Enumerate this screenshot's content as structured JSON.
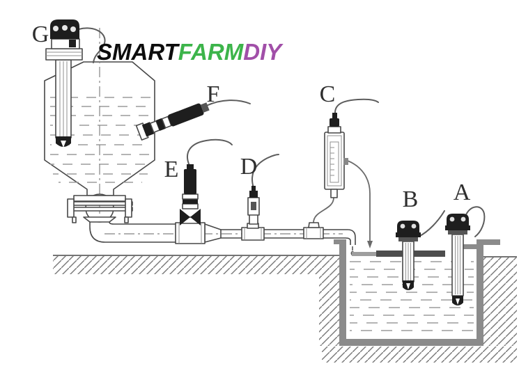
{
  "logo": {
    "smart": "SMART",
    "farm": "FARM",
    "diy": "DIY"
  },
  "colors": {
    "line": "#474747",
    "probe_dark": "#1e1e1e",
    "pit_wall": "#8b8b8b",
    "mount_bar": "#4d4d4d",
    "water_dash": "#9b9b9b",
    "logo_smart": "#0d0d0d",
    "logo_farm": "#3cb44a",
    "logo_diy": "#a14fa8"
  },
  "diagram": {
    "labels": {
      "a": "A",
      "b": "B",
      "c": "C",
      "d": "D",
      "e": "E",
      "f": "F",
      "g": "G"
    }
  }
}
